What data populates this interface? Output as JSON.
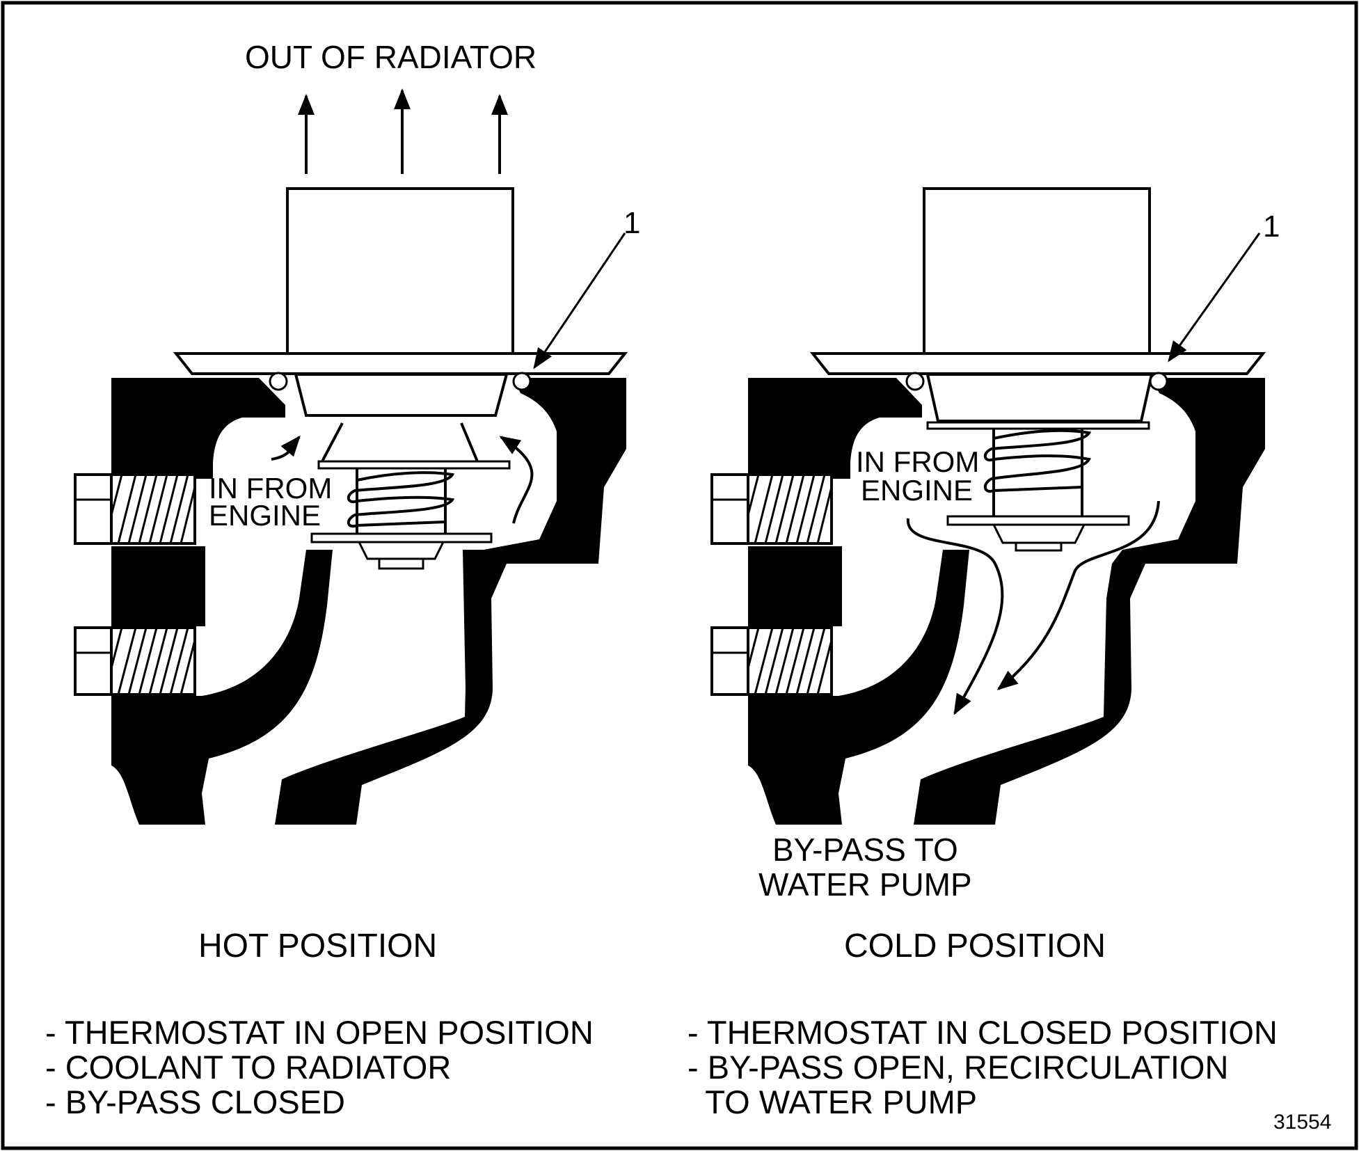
{
  "top_label": "OUT OF RADIATOR",
  "callout_left": "1",
  "callout_right": "1",
  "hot": {
    "in_from_line1": "IN FROM",
    "in_from_line2": "ENGINE",
    "caption": "HOT POSITION",
    "notes": [
      "- THERMOSTAT IN OPEN POSITION",
      "- COOLANT TO RADIATOR",
      "- BY-PASS CLOSED"
    ]
  },
  "cold": {
    "in_from_line1": "IN FROM",
    "in_from_line2": "ENGINE",
    "bypass_line1": "BY-PASS TO",
    "bypass_line2": "WATER PUMP",
    "caption": "COLD POSITION",
    "notes": [
      "- THERMOSTAT IN CLOSED POSITION",
      "- BY-PASS OPEN, RECIRCULATION",
      "  TO WATER PUMP"
    ]
  },
  "figure_number": "31554",
  "colors": {
    "ink": "#000000",
    "paper": "#ffffff"
  }
}
